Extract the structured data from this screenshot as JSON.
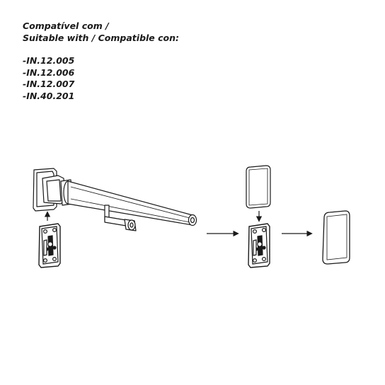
{
  "heading": {
    "line1": "Compatível com /",
    "line2": "Suitable with / Compatible con:"
  },
  "compatible_codes": [
    "-IN.12.005",
    "-IN.12.006",
    "-IN.12.007",
    "-IN.40.201"
  ]
}
